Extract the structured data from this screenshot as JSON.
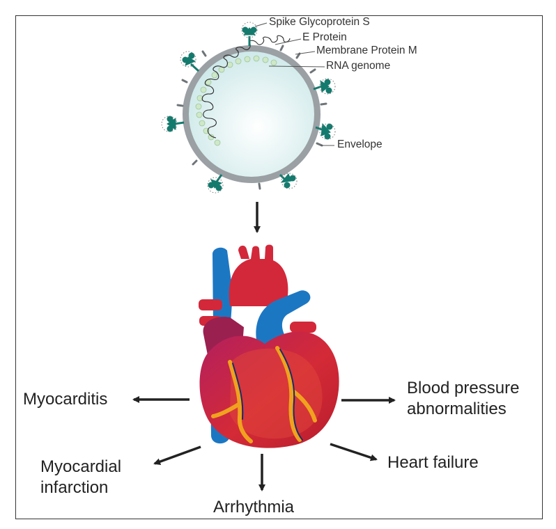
{
  "virus": {
    "labels": {
      "spike": "Spike Glycoprotein S",
      "e_protein": "E Protein",
      "membrane": "Membrane Protein M",
      "rna": "RNA genome",
      "envelope": "Envelope"
    }
  },
  "outcomes": {
    "myocarditis": "Myocarditis",
    "bp_line1": "Blood pressure",
    "bp_line2": "abnormalities",
    "mi_line1": "Myocardial",
    "mi_line2": "infarction",
    "heart_failure": "Heart failure",
    "arrhythmia": "Arrhythmia"
  },
  "colors": {
    "spike": "#157a6e",
    "envelope": "#9aa0a4",
    "interior": "#e4f3f3",
    "heart_red": "#d3283a",
    "heart_vein": "#1c77c3",
    "coronary": "#f0a21e"
  }
}
